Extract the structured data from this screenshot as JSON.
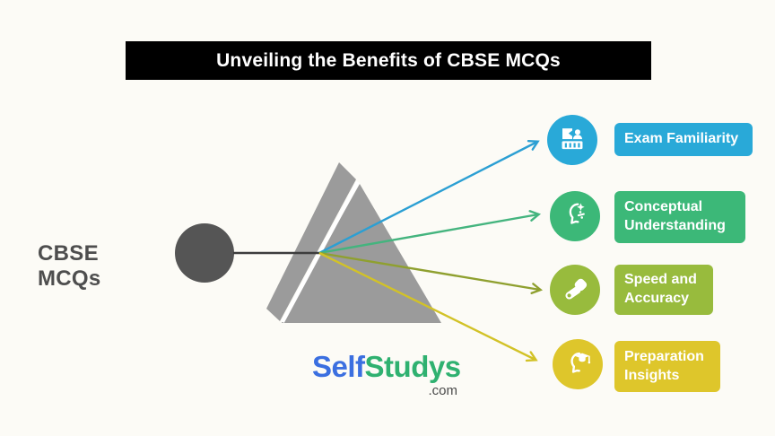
{
  "background_color": "#FCFBF6",
  "title": {
    "text": "Unveiling the Benefits of CBSE MCQs",
    "bar_color": "#000000",
    "text_color": "#FFFFFF"
  },
  "source": {
    "label": "CBSE MCQs",
    "node_color": "#555555",
    "line_color": "#3D3D3D"
  },
  "prism": {
    "color": "#9B9B9B",
    "gap_color": "#FFFFFF"
  },
  "benefits": [
    {
      "label": "Exam Familiarity",
      "color": "#29A9D8",
      "ray_color": "#2B9FD3",
      "icon": "exam-podium-icon"
    },
    {
      "label": "Conceptual Understanding",
      "color": "#3CB878",
      "ray_color": "#44B47E",
      "icon": "mind-sparkle-icon"
    },
    {
      "label": "Speed and Accuracy",
      "color": "#98BB3D",
      "ray_color": "#8FA02F",
      "icon": "speed-pointer-icon"
    },
    {
      "label": "Preparation Insights",
      "color": "#DEC62B",
      "ray_color": "#D2C227",
      "icon": "graduate-head-icon"
    }
  ],
  "logo": {
    "part1": "Self",
    "part1_color": "#3B6FE0",
    "part2": "Studys",
    "part2_color": "#2FB170",
    "suffix": ".com",
    "suffix_color": "#4A4A4A"
  }
}
